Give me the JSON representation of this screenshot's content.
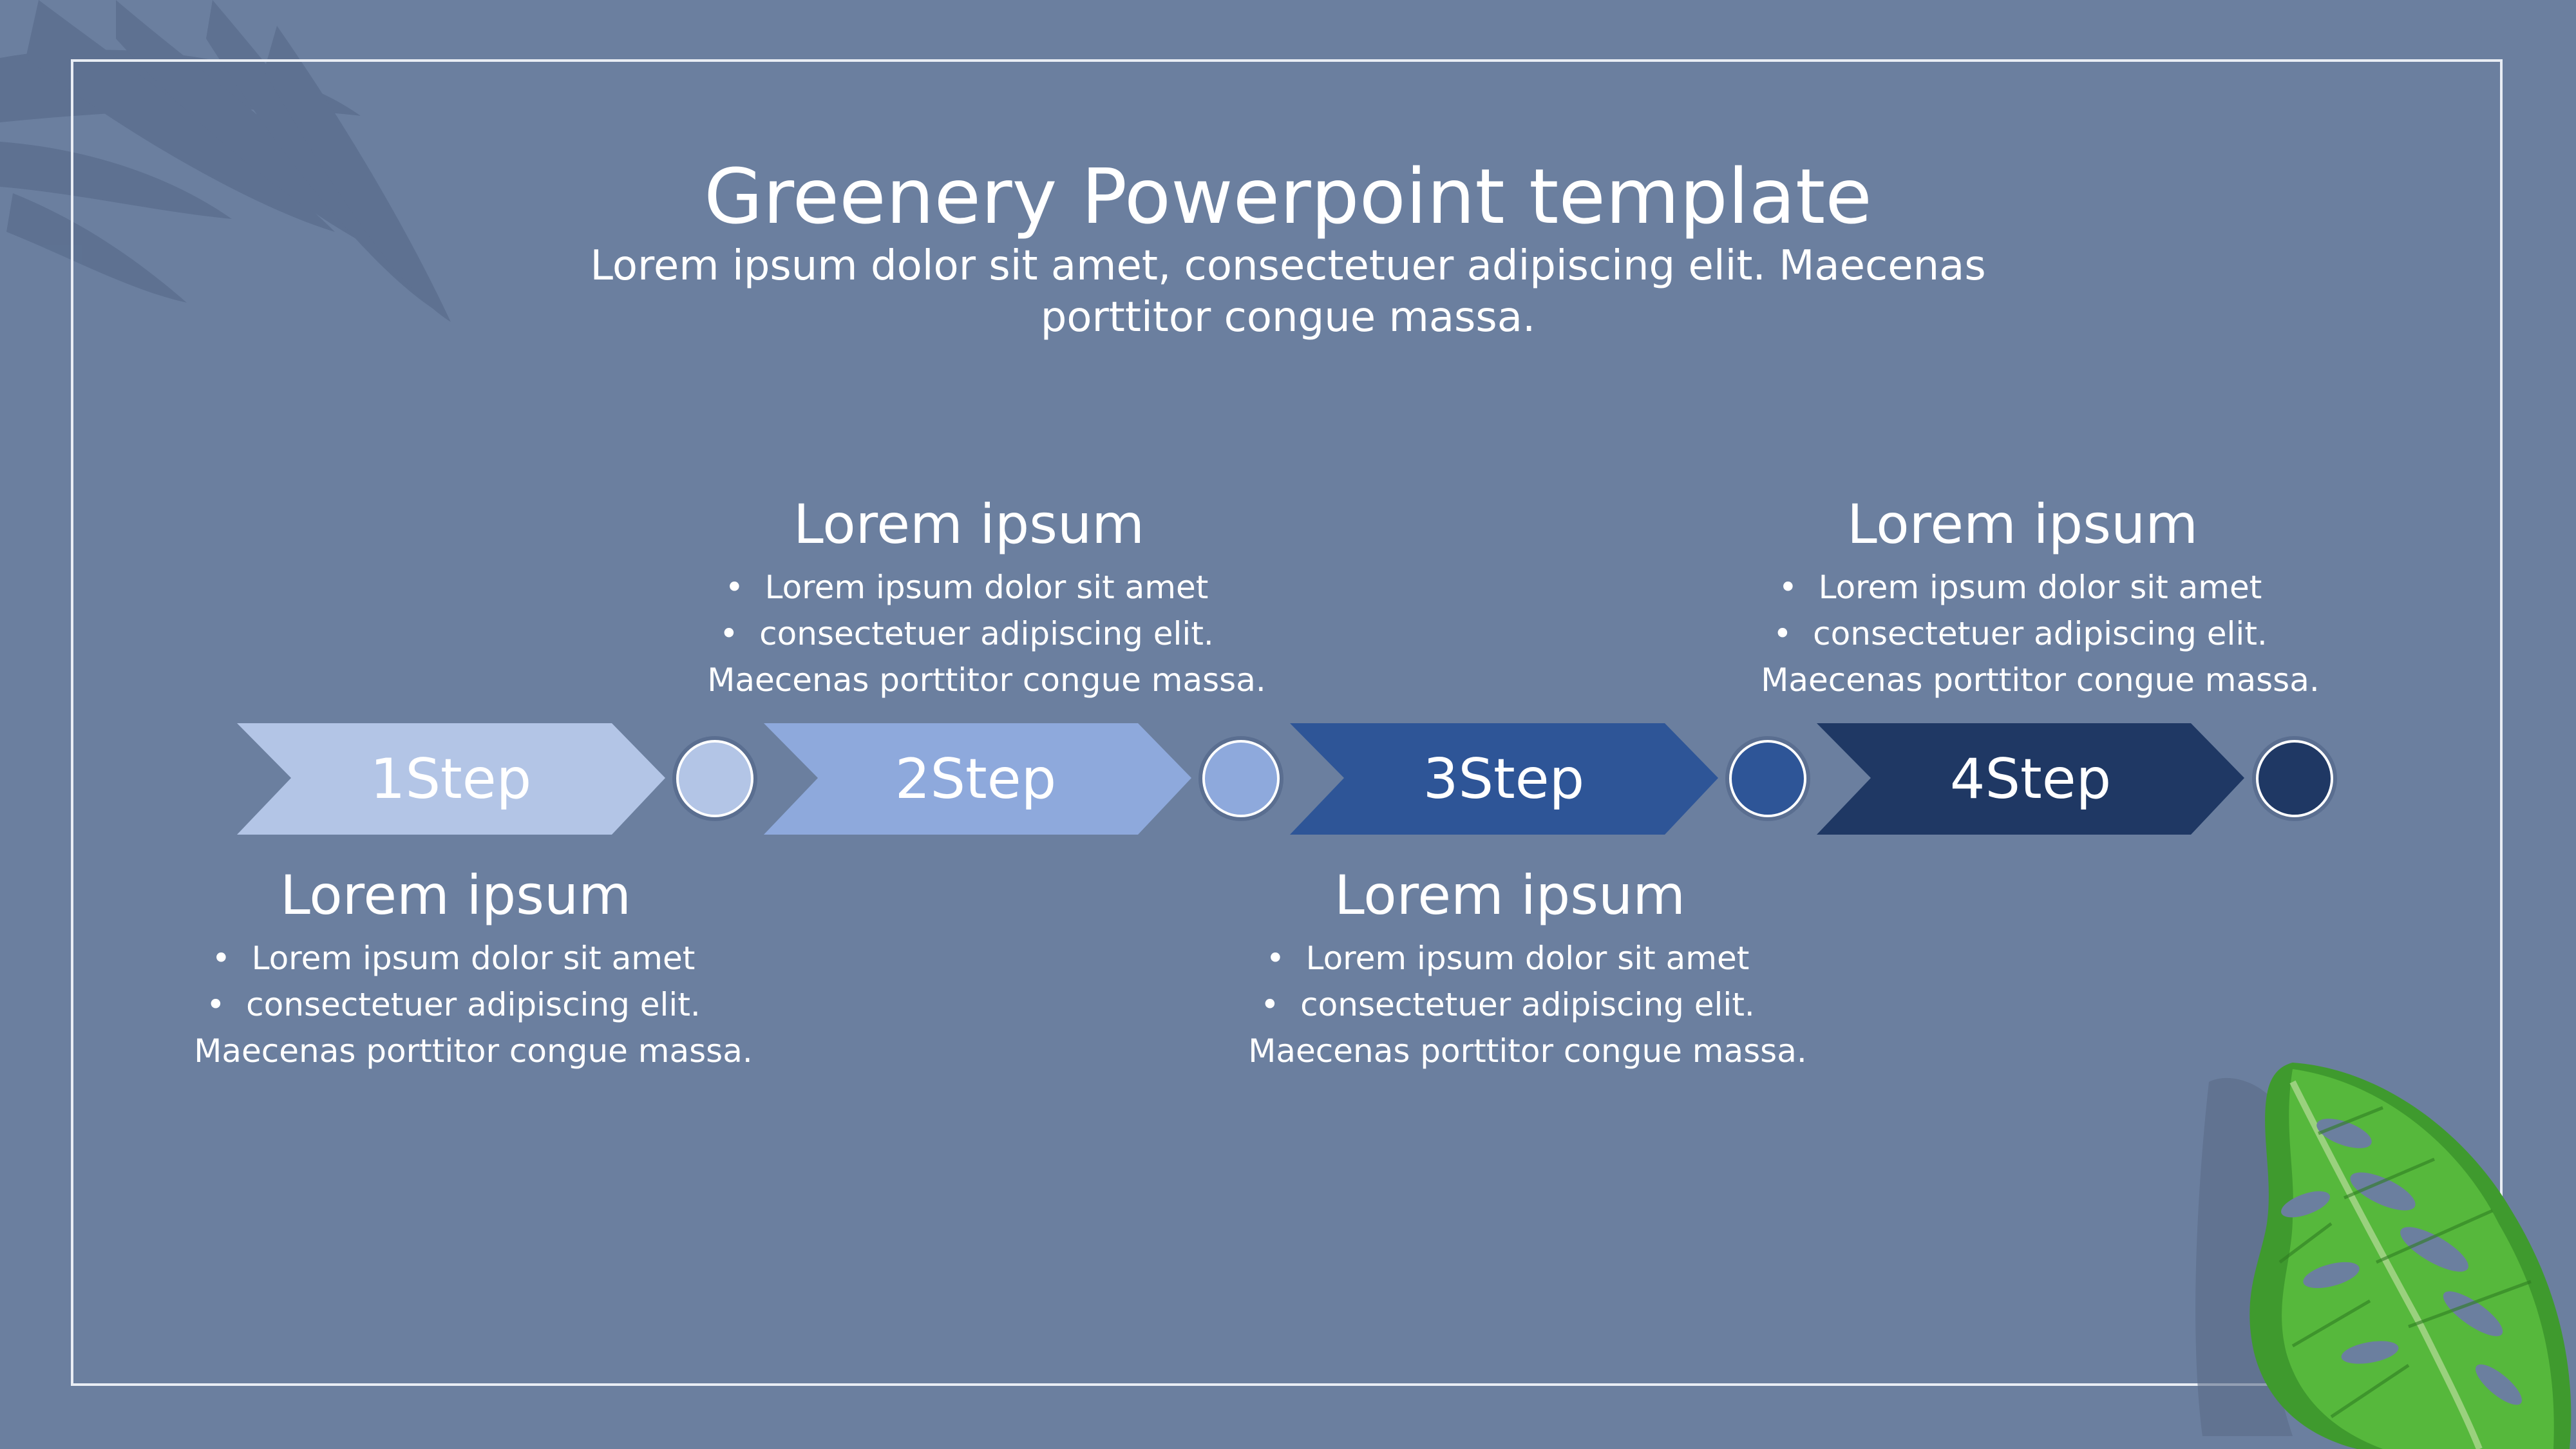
{
  "slide": {
    "title": "Greenery Powerpoint template",
    "subtitle": "Lorem ipsum dolor sit amet, consectetuer adipiscing elit. Maecenas porttitor congue massa."
  },
  "colors": {
    "background": "#6b7f9f",
    "frame": "#e9edf4",
    "step1": "#b3c5e6",
    "step2": "#8ea9dc",
    "step3": "#2e5597",
    "step4": "#1f3864"
  },
  "steps": [
    {
      "label": "1Step",
      "heading": "Lorem ipsum",
      "line1": "Lorem ipsum dolor sit amet",
      "line2": "consectetuer adipiscing elit.",
      "line3": "Maecenas porttitor congue massa."
    },
    {
      "label": "2Step",
      "heading": "Lorem ipsum",
      "line1": "Lorem ipsum dolor sit amet",
      "line2": "consectetuer adipiscing elit.",
      "line3": "Maecenas porttitor congue massa."
    },
    {
      "label": "3Step",
      "heading": "Lorem ipsum",
      "line1": "Lorem ipsum dolor sit amet",
      "line2": "consectetuer adipiscing elit.",
      "line3": "Maecenas porttitor congue massa."
    },
    {
      "label": "4Step",
      "heading": "Lorem ipsum",
      "line1": "Lorem ipsum dolor sit amet",
      "line2": "consectetuer adipiscing elit.",
      "line3": "Maecenas porttitor congue massa."
    }
  ],
  "decorations": {
    "top_left": "palm-leaf-shadow-icon",
    "bottom_right": "monstera-leaf-icon"
  }
}
